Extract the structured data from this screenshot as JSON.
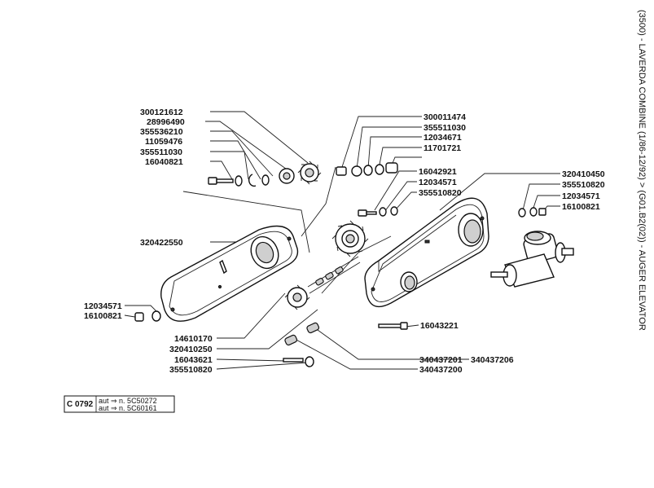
{
  "side_title": "(3500) - LAVERDA COMBINE (1/86-12/92) > (G01.B2(02)) - AUGER ELEVATOR",
  "stamp": {
    "code": "C 0792",
    "line1": "aut ⇒ n. 5C50272",
    "line2": "aut ⇒ n. 5C60161"
  },
  "labels_left": {
    "l1": "300121612",
    "l2": "28996490",
    "l3": "355536210",
    "l4": "11059476",
    "l5": "355511030",
    "l6": "16040821",
    "l7": "320422550",
    "l8": "12034571",
    "l9": "16100821",
    "l10": "14610170",
    "l11": "320410250",
    "l12": "16043621",
    "l13": "355510820"
  },
  "labels_top": {
    "t1": "300011474",
    "t2": "355511030",
    "t3": "12034671",
    "t4": "11701721"
  },
  "labels_mid": {
    "m1": "16042921",
    "m2": "12034571",
    "m3": "355510820"
  },
  "labels_right": {
    "r1": "320410450",
    "r2": "355510820",
    "r3": "12034571",
    "r4": "16100821",
    "r5": "16043221",
    "r6": "340437201",
    "r7": "340437206",
    "r8": "340437200"
  }
}
